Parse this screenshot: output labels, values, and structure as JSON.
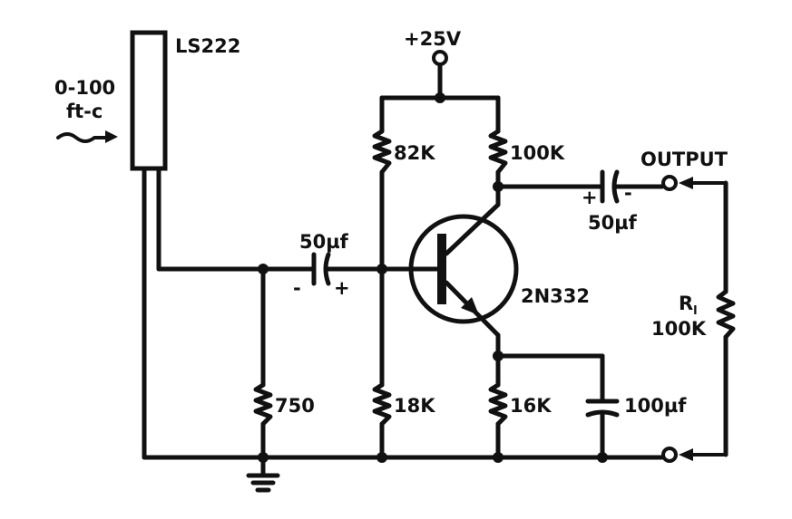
{
  "supply": {
    "label": "+25V"
  },
  "sensor": {
    "part": "LS222",
    "light_range": "0-100",
    "light_unit": "ft-c"
  },
  "coupling_in": {
    "value": "50µf",
    "minus": "-",
    "plus": "+"
  },
  "coupling_out": {
    "value": "50µf",
    "minus": "-",
    "plus": "+"
  },
  "resistors": {
    "r750": "750",
    "r82k": "82K",
    "r18k": "18K",
    "r100k": "100K",
    "r16k": "16K",
    "rl_name": "R",
    "rl_sub": "l",
    "rl_value": "100K"
  },
  "bypass_cap": {
    "value": "100µf"
  },
  "transistor": {
    "part": "2N332"
  },
  "output": {
    "label": "OUTPUT"
  }
}
